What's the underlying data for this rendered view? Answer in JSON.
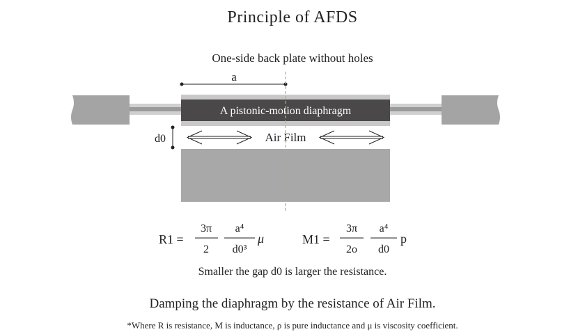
{
  "title": "Principle of AFDS",
  "subtitle": "One-side back plate without holes",
  "labels": {
    "dimension_a": "a",
    "diaphragm": "A pistonic-motion diaphragm",
    "gap": "d0",
    "air_film": "Air Film"
  },
  "formulas": {
    "r1": {
      "lhs": "R1 =",
      "frac1_num": "3π",
      "frac1_den": "2",
      "frac2_num": "a⁴",
      "frac2_den": "d0³",
      "factor": "μ"
    },
    "m1": {
      "lhs": "M1 =",
      "frac1_num": "3π",
      "frac1_den": "2o",
      "frac2_num": "a⁴",
      "frac2_den": "d0",
      "factor": "p"
    }
  },
  "caption": "Smaller the gap d0 is larger the resistance.",
  "conclusion": "Damping the diaphragm by the resistance of Air Film.",
  "footnote": "*Where R is resistance, M is inductance, ρ is pure inductance and μ is viscosity coefficient.",
  "colors": {
    "diaphragm": "#4a4848",
    "side_block": "#a4a4a4",
    "back_plate": "#a8a8a8",
    "dashed_axis": "#e8a040",
    "rails": "#b8b8b8"
  }
}
